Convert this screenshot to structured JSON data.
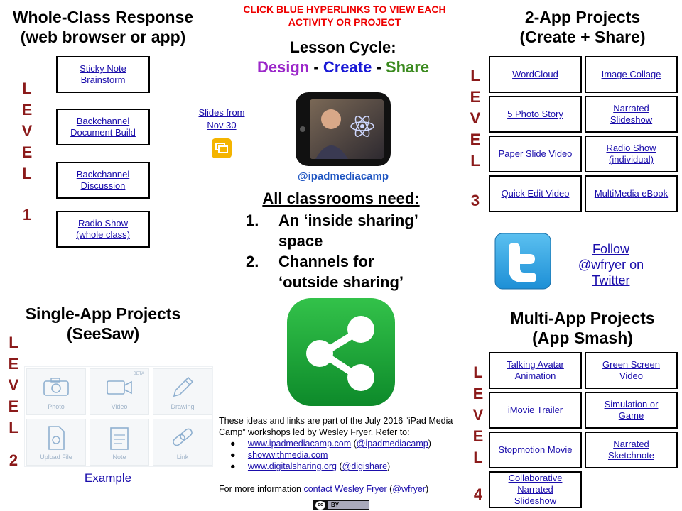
{
  "banner": {
    "line1": "CLICK BLUE HYPERLINKS TO VIEW EACH",
    "line2": "ACTIVITY OR PROJECT"
  },
  "whole_class": {
    "title1": "Whole-Class Response",
    "title2": "(web browser or app)",
    "level_letters": [
      "L",
      "E",
      "V",
      "E",
      "L"
    ],
    "level_num": "1",
    "items": [
      {
        "line1": "Sticky Note",
        "line2": "Brainstorm"
      },
      {
        "line1": "Backchannel",
        "line2": "Document Build"
      },
      {
        "line1": "Backchannel",
        "line2": "Discussion"
      },
      {
        "line1": "Radio Show",
        "line2": "(whole class)"
      }
    ]
  },
  "slides": {
    "line1": "Slides from",
    "line2": "Nov 30"
  },
  "lesson_cycle": {
    "title": "Lesson Cycle:",
    "design": "Design",
    "sep1": " - ",
    "create": "Create",
    "sep2": " - ",
    "share": "Share",
    "colors": {
      "design": "#9b27c9",
      "create": "#1a1ad6",
      "share": "#3a8a1e"
    }
  },
  "ipad_handle": "@ipadmediacamp",
  "needs": {
    "title": "All classrooms need:",
    "items": [
      {
        "num": "1.",
        "line1": "An ‘inside sharing’",
        "line2": "space"
      },
      {
        "num": "2.",
        "line1": "Channels for",
        "line2": "‘outside sharing’"
      }
    ]
  },
  "two_app": {
    "title1": "2-App Projects",
    "title2": "(Create + Share)",
    "level_letters": [
      "L",
      "E",
      "V",
      "E",
      "L"
    ],
    "level_num": "3",
    "items": [
      {
        "line1": "WordCloud",
        "line2": ""
      },
      {
        "line1": "Image Collage",
        "line2": ""
      },
      {
        "line1": "5 Photo Story",
        "line2": ""
      },
      {
        "line1": "Narrated",
        "line2": "Slideshow"
      },
      {
        "line1": "Paper Slide Video",
        "line2": ""
      },
      {
        "line1": "Radio Show",
        "line2": "(individual)"
      },
      {
        "line1": "Quick Edit Video",
        "line2": ""
      },
      {
        "line1": "MultiMedia eBook",
        "line2": ""
      }
    ]
  },
  "twitter": {
    "line1": "Follow",
    "line2": "@wfryer on",
    "line3": "Twitter"
  },
  "single_app": {
    "title1": "Single-App Projects",
    "title2": "(SeeSaw)",
    "level_letters": [
      "L",
      "E",
      "V",
      "E",
      "L"
    ],
    "level_num": "2",
    "tiles": [
      {
        "label": "Photo",
        "icon": "camera-icon"
      },
      {
        "label": "Video",
        "icon": "video-camera-icon",
        "badge": "BETA"
      },
      {
        "label": "Drawing",
        "icon": "pencil-icon"
      },
      {
        "label": "Upload File",
        "icon": "file-icon"
      },
      {
        "label": "Note",
        "icon": "note-icon"
      },
      {
        "label": "Link",
        "icon": "link-icon"
      }
    ],
    "example": "Example"
  },
  "multi_app": {
    "title1": "Multi-App Projects",
    "title2": "(App Smash)",
    "level_letters": [
      "L",
      "E",
      "V",
      "E",
      "L"
    ],
    "level_num": "4",
    "items": [
      {
        "line1": "Talking Avatar",
        "line2": "Animation",
        "line3": ""
      },
      {
        "line1": "Green Screen",
        "line2": "Video",
        "line3": ""
      },
      {
        "line1": "iMovie Trailer",
        "line2": "",
        "line3": ""
      },
      {
        "line1": "Simulation or",
        "line2": "Game",
        "line3": ""
      },
      {
        "line1": "Stopmotion Movie",
        "line2": "",
        "line3": ""
      },
      {
        "line1": "Narrated",
        "line2": "Sketchnote",
        "line3": ""
      },
      {
        "line1": "Collaborative",
        "line2": "Narrated",
        "line3": "Slideshow"
      }
    ]
  },
  "footer": {
    "intro1": "These ideas and links are part of the July 2016 “iPad Media",
    "intro2": "Camp” workshops led by Wesley Fryer. Refer to:",
    "links": [
      {
        "url": "www.ipadmediacamp.com",
        "paren_open": " (",
        "handle": "@ipadmediacamp",
        "paren_close": ")"
      },
      {
        "url": "showwithmedia.com",
        "paren_open": "",
        "handle": "",
        "paren_close": ""
      },
      {
        "url": "www.digitalsharing.org",
        "paren_open": " (",
        "handle": "@digishare",
        "paren_close": ")"
      }
    ],
    "more_prefix": "For more information ",
    "contact": "contact Wesley Fryer",
    "more_open": " (",
    "more_handle": "@wfryer",
    "more_close": ")"
  },
  "license": {
    "cc": "cc",
    "by": "BY"
  }
}
